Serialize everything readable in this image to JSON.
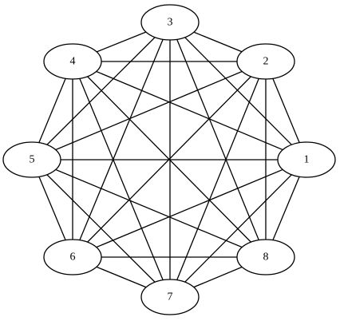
{
  "graph": {
    "type": "undirected",
    "complete": true,
    "colors": {
      "stroke": "#000000",
      "fill": "#ffffff"
    },
    "nodes": [
      {
        "id": "1",
        "label": "1"
      },
      {
        "id": "2",
        "label": "2"
      },
      {
        "id": "3",
        "label": "3"
      },
      {
        "id": "4",
        "label": "4"
      },
      {
        "id": "5",
        "label": "5"
      },
      {
        "id": "6",
        "label": "6"
      },
      {
        "id": "7",
        "label": "7"
      },
      {
        "id": "8",
        "label": "8"
      }
    ],
    "edges": [
      [
        "1",
        "2"
      ],
      [
        "1",
        "3"
      ],
      [
        "1",
        "4"
      ],
      [
        "1",
        "5"
      ],
      [
        "1",
        "6"
      ],
      [
        "1",
        "7"
      ],
      [
        "1",
        "8"
      ],
      [
        "2",
        "3"
      ],
      [
        "2",
        "4"
      ],
      [
        "2",
        "5"
      ],
      [
        "2",
        "6"
      ],
      [
        "2",
        "7"
      ],
      [
        "2",
        "8"
      ],
      [
        "3",
        "4"
      ],
      [
        "3",
        "5"
      ],
      [
        "3",
        "6"
      ],
      [
        "3",
        "7"
      ],
      [
        "3",
        "8"
      ],
      [
        "4",
        "5"
      ],
      [
        "4",
        "6"
      ],
      [
        "4",
        "7"
      ],
      [
        "4",
        "8"
      ],
      [
        "5",
        "6"
      ],
      [
        "5",
        "7"
      ],
      [
        "5",
        "8"
      ],
      [
        "6",
        "7"
      ],
      [
        "6",
        "8"
      ],
      [
        "7",
        "8"
      ]
    ]
  }
}
